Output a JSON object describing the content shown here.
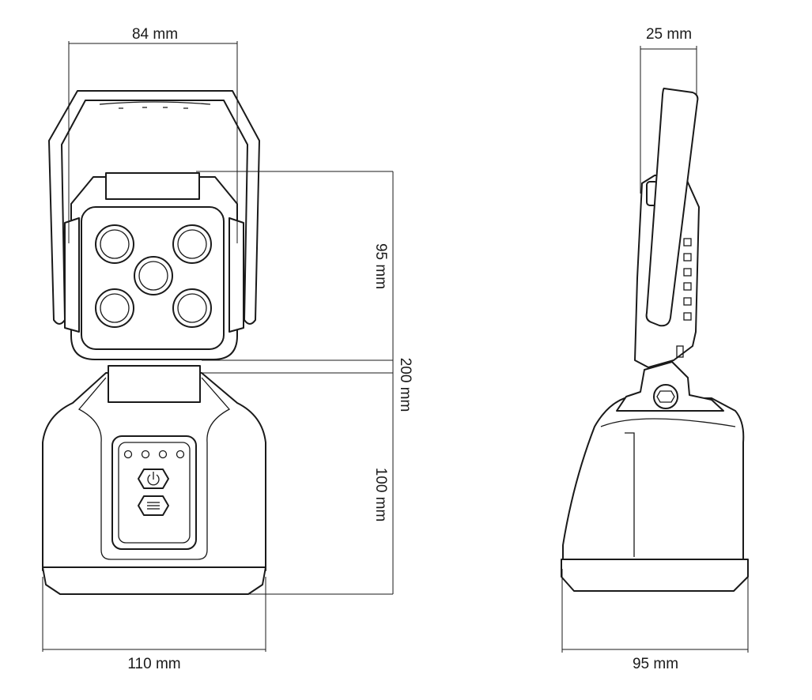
{
  "dimensions": {
    "front_top_width": "84 mm",
    "front_head_height": "95 mm",
    "front_total_height": "200 mm",
    "front_base_height": "100 mm",
    "front_base_width": "110 mm",
    "side_top_width": "25 mm",
    "side_base_width": "95 mm"
  }
}
